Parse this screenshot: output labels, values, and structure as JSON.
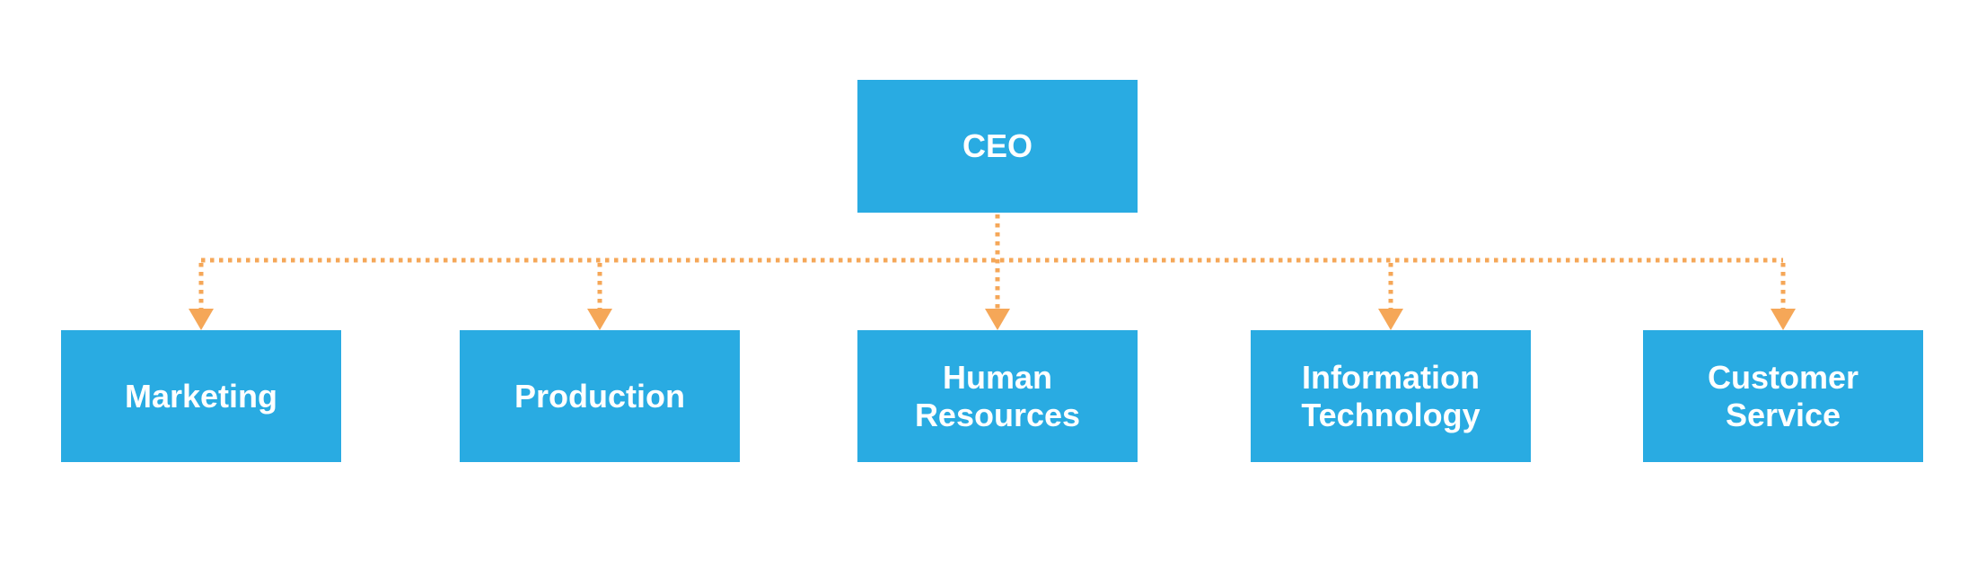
{
  "chart": {
    "type": "org-chart",
    "root": {
      "id": "ceo",
      "label": "CEO"
    },
    "children": [
      {
        "id": "marketing",
        "label": "Marketing"
      },
      {
        "id": "production",
        "label": "Production"
      },
      {
        "id": "human-resources",
        "label": "Human Resources"
      },
      {
        "id": "information-technology",
        "label": "Information Technology"
      },
      {
        "id": "customer-service",
        "label": "Customer Service"
      }
    ]
  },
  "colors": {
    "node_blue": "#29ABE2",
    "connector_orange": "#F5A758",
    "label_white": "#FFFFFF",
    "page_bg": "#FFFFFF"
  }
}
